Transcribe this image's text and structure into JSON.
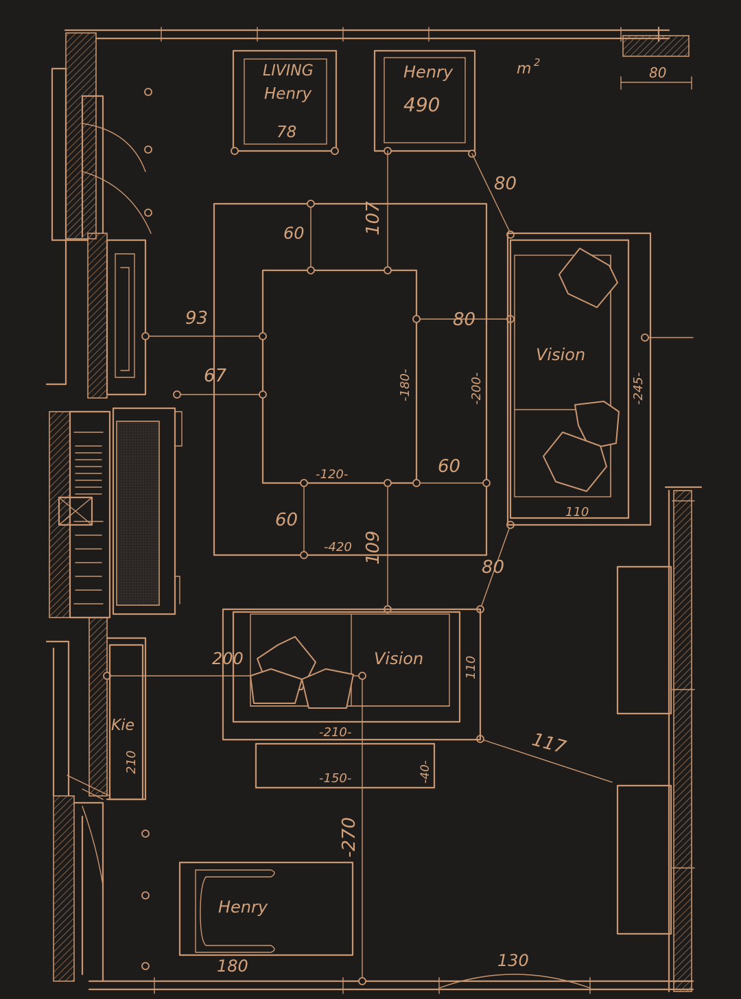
{
  "palette": {
    "background": "#1e1c1b",
    "line": "#c99670",
    "text": "#d4a27a"
  },
  "unit_label": "m",
  "unit_superscript": "2",
  "scale_label": "80",
  "frames": [
    {
      "line1": "LIVING",
      "line2": "Henry",
      "line3": "78"
    },
    {
      "line1": "Henry",
      "line2": "490"
    }
  ],
  "dims": {
    "d80_diag_top": "80",
    "d107": "107",
    "d60_top": "60",
    "d93": "93",
    "d67": "67",
    "d80_mid": "80",
    "d180": "-180-",
    "d200": "-200-",
    "d245": "-245-",
    "d120": "-120-",
    "d60_right": "60",
    "d60_left": "60",
    "d420": "-420",
    "d109": "109",
    "d110_right": "110",
    "d80_diag_low": "80",
    "d200_sofa": "200",
    "d110_sofa": "110",
    "d210_sofa": "-210-",
    "d150": "-150-",
    "d40": "-40-",
    "d117": "117",
    "d270": "-270",
    "d210_kitchen": "210",
    "d180_bottom": "180",
    "d130": "130"
  },
  "labels": {
    "sofa_right": "Vision",
    "sofa_bottom": "Vision",
    "kitchen": "Kie",
    "bed": "Henry"
  }
}
